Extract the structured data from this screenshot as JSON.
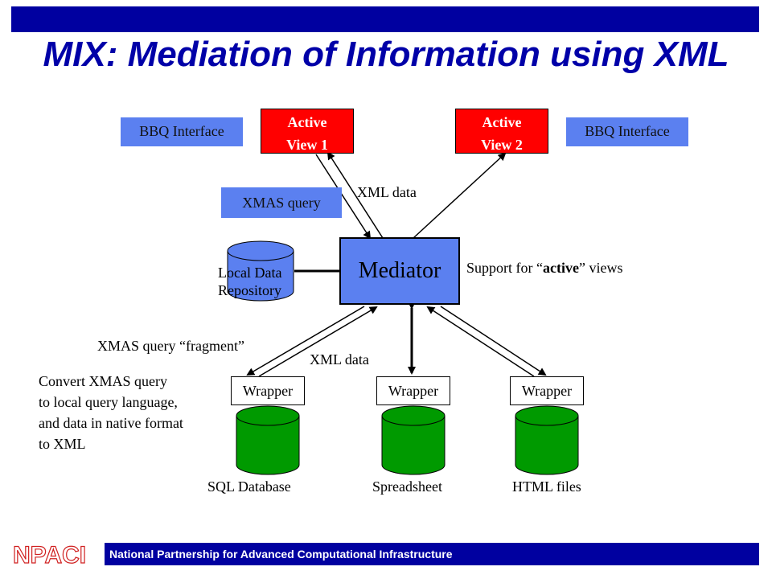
{
  "title": "MIX: Mediation of Information using XML",
  "bbq_left": "BBQ Interface",
  "bbq_right": "BBQ Interface",
  "active_view_1": {
    "line1": "Active",
    "line2": "View 1"
  },
  "active_view_2": {
    "line1": "Active",
    "line2": "View 2"
  },
  "xml_data_top": "XML data",
  "xmas_query": "XMAS query",
  "mediator": "Mediator",
  "local_data": {
    "line1": "Local Data",
    "line2": "Repository"
  },
  "support": {
    "prefix": "Support for “",
    "bold": "active",
    "suffix": "” views"
  },
  "xmas_fragment": "XMAS query “fragment”",
  "xml_data_bottom": "XML data",
  "convert": [
    "Convert XMAS query",
    "to local query language,",
    "and data in native format",
    "to XML"
  ],
  "wrappers": [
    "Wrapper",
    "Wrapper",
    "Wrapper"
  ],
  "sources": [
    "SQL Database",
    "Spreadsheet",
    "HTML files"
  ],
  "footer": "National Partnership for Advanced Computational Infrastructure",
  "logo_text": "NPACI",
  "colors": {
    "bar": "#0000a0",
    "box": "#5b80f0",
    "active": "#ff0000",
    "db": "#009a00"
  }
}
